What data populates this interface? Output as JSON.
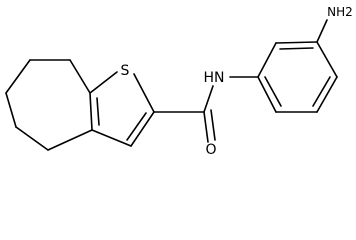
{
  "molecule": {
    "atoms": {
      "sulfur": "S",
      "amide_nitrogen": "HN",
      "carbonyl_oxygen": "O",
      "amine": "NH2"
    }
  }
}
